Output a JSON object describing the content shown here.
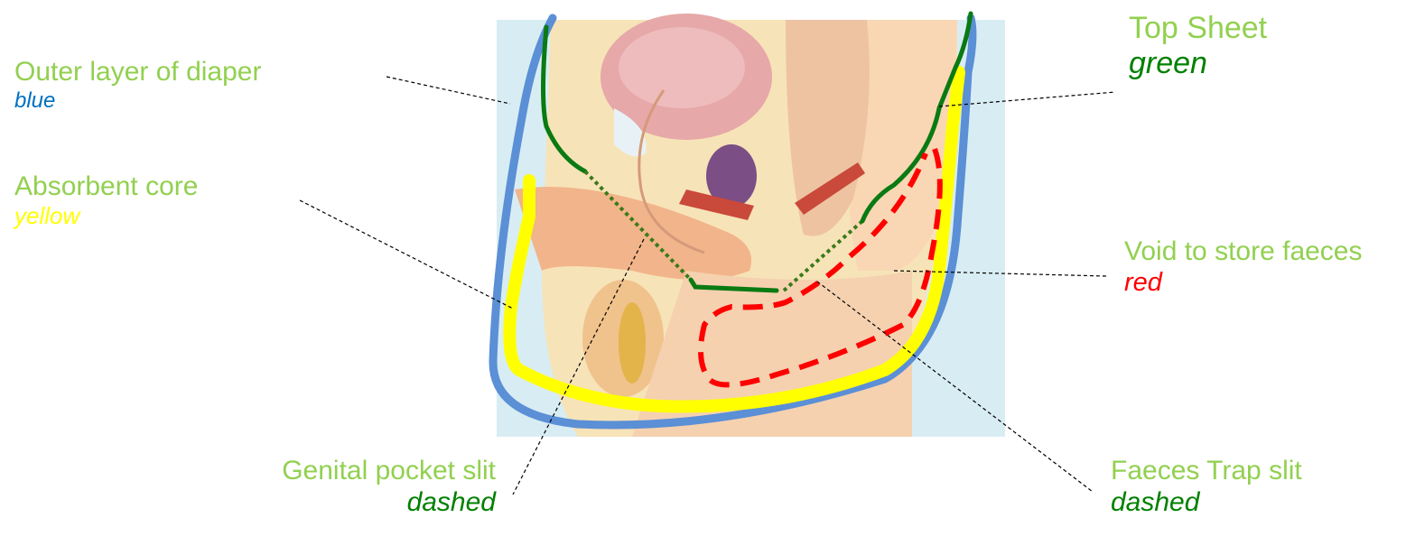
{
  "labels": {
    "outer_layer": {
      "title": "Outer layer of diaper",
      "color_word": "blue",
      "color": "#0070c0"
    },
    "absorbent_core": {
      "title": "Absorbent core",
      "color_word": "yellow",
      "color": "#ffff00"
    },
    "top_sheet": {
      "title": "Top Sheet",
      "color_word": "green",
      "color": "#008000"
    },
    "void": {
      "title": "Void to store faeces",
      "color_word": "red",
      "color": "#ff0000"
    },
    "genital_slit": {
      "title": "Genital pocket slit",
      "color_word": "dashed",
      "color": "#008000"
    },
    "faeces_slit": {
      "title": "Faeces Trap slit",
      "color_word": "dashed",
      "color": "#008000"
    }
  },
  "colors": {
    "label_green": "#92d050",
    "outer_blue_line": "#5b8fd6",
    "core_yellow_line": "#ffff00",
    "topsheet_green_line": "#0a7a12",
    "void_red_line": "#ff0000",
    "background_panel": "#d8edf3"
  }
}
